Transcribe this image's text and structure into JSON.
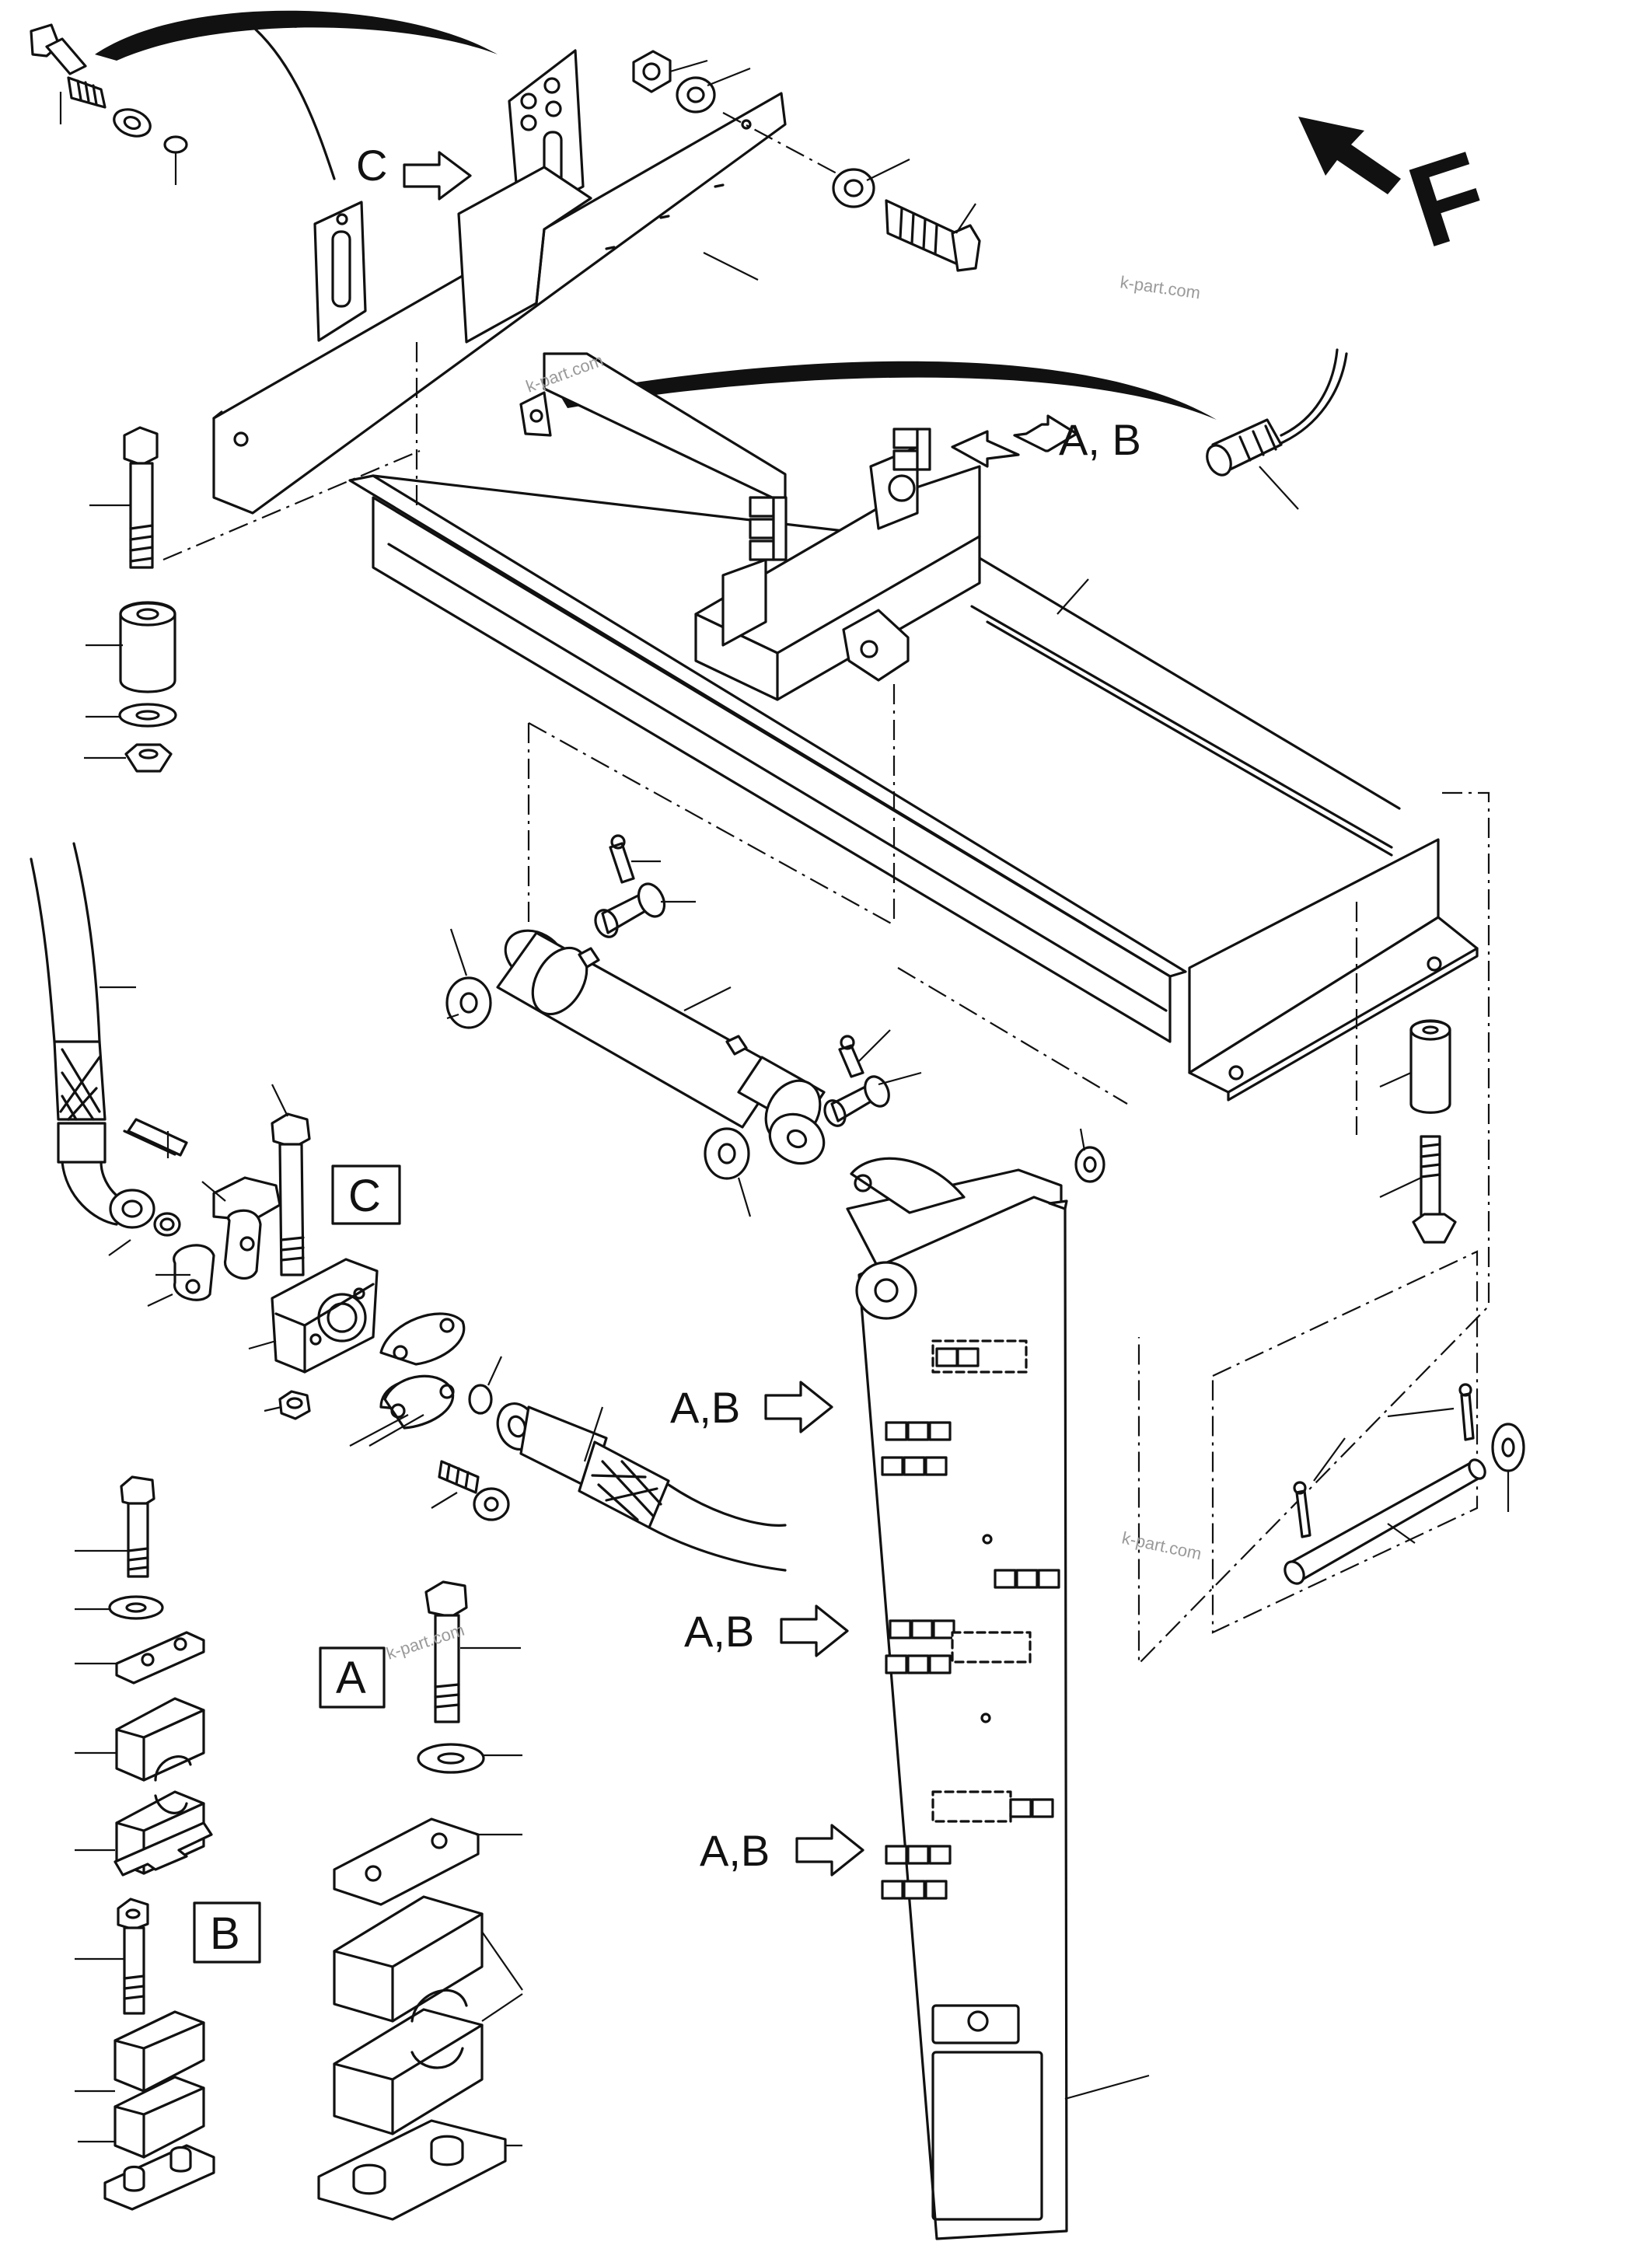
{
  "labels": {
    "top_c": "C",
    "top_ab": "A, B",
    "side_ab_1": "A,B",
    "side_ab_2": "A,B",
    "side_ab_3": "A,B",
    "box_c": "C",
    "box_a": "A",
    "box_b": "B",
    "direction": "F"
  },
  "watermarks": {
    "w1": "k-part.com",
    "w2": "k-part.com",
    "w3": "k-part.com",
    "w4": "k-part.com"
  }
}
